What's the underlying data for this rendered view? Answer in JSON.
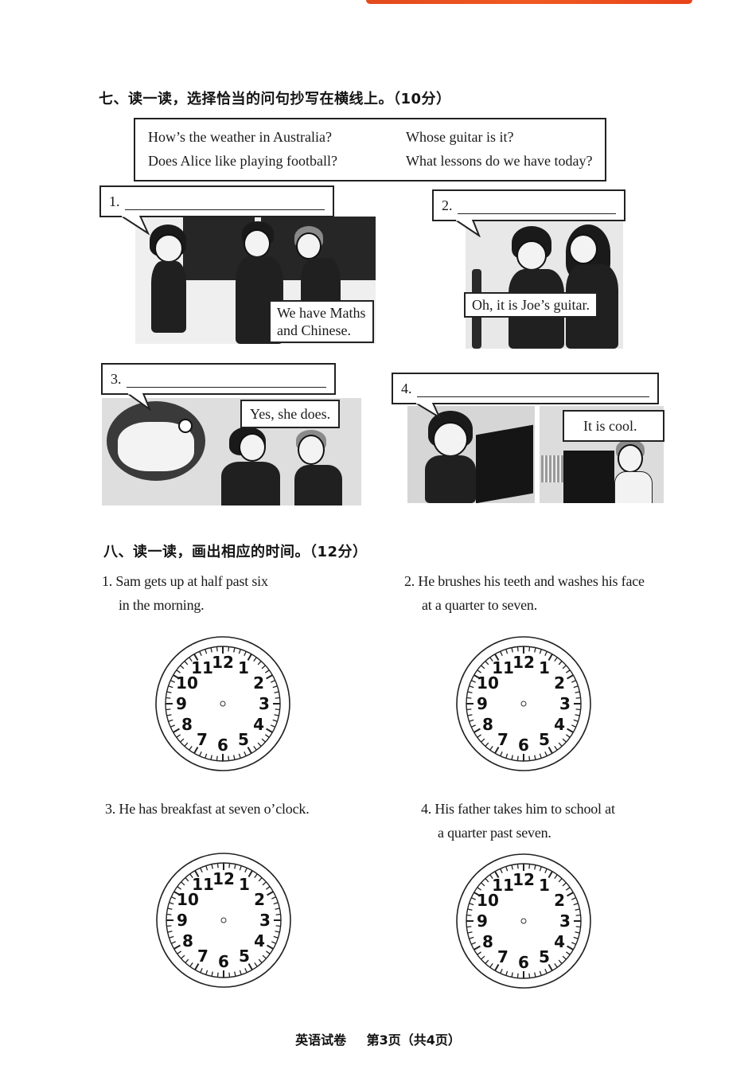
{
  "section7": {
    "title": "七、读一读，选择恰当的问句抄写在横线上。（10分）",
    "choices": [
      "How’s the weather in Australia?",
      "Whose guitar is it?",
      "Does Alice like playing football?",
      "What lessons do we have today?"
    ],
    "items": [
      {
        "number": "1.",
        "answer_bubble": "We have Maths and Chinese.",
        "answer_line1": "We have Maths",
        "answer_line2": "and Chinese."
      },
      {
        "number": "2.",
        "answer_bubble": "Oh, it is Joe’s guitar."
      },
      {
        "number": "3.",
        "answer_bubble": "Yes, she does."
      },
      {
        "number": "4.",
        "answer_bubble": "It is cool."
      }
    ]
  },
  "section8": {
    "title": "八、读一读，画出相应的时间。（12分）",
    "items": [
      {
        "line1": "1. Sam gets up at half past six",
        "line2": "in the morning."
      },
      {
        "line1": "2. He brushes his teeth and washes his face",
        "line2": "at a quarter to seven."
      },
      {
        "line1": "3. He has breakfast at seven o’clock.",
        "line2": ""
      },
      {
        "line1": "4. His father takes him to school at",
        "line2": "a quarter past seven."
      }
    ],
    "clock_numerals": [
      "12",
      "1",
      "2",
      "3",
      "4",
      "5",
      "6",
      "7",
      "8",
      "9",
      "10",
      "11"
    ]
  },
  "footer": {
    "subject": "英语试卷",
    "page": "第3页（共4页）"
  },
  "colors": {
    "ink": "#1a1a1a",
    "smear": "#f05a22"
  }
}
